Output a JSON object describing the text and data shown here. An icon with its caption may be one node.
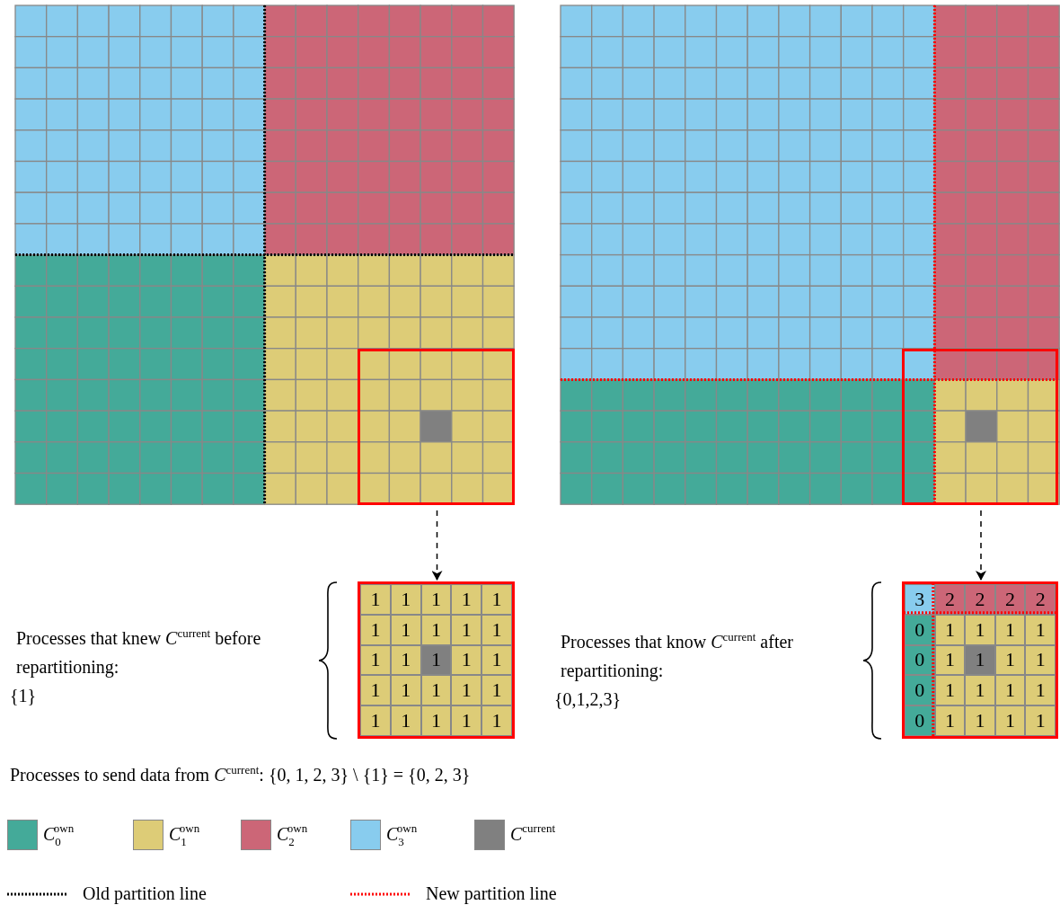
{
  "diagram": {
    "nodes": [
      {
        "text": [],
        "shape": "box"
      },
      {
        "text": [],
        "shape": "box"
      },
      {
        "text": [],
        "shape": "box"
      },
      {
        "text": [],
        "shape": "box"
      }
    ],
    "edges": [
      {
        "from": 0,
        "to": 1,
        "arrow": "to",
        "style": "dashed"
      },
      {
        "from": 2,
        "to": 3,
        "arrow": "to",
        "style": "dashed"
      }
    ],
    "labels": [
      "1",
      "1",
      "1",
      "1",
      "1",
      "1",
      "1",
      "1",
      "1",
      "1",
      "1",
      "1",
      "1",
      "1",
      "1",
      "1",
      "1",
      "1",
      "1",
      "1",
      "1",
      "1",
      "1",
      "1",
      "1",
      "Processes that knew *C*$^{current}$ before repartitioning:",
      "{1}",
      "3",
      "2",
      "2",
      "2",
      "2",
      "0",
      "1",
      "1",
      "1",
      "1",
      "0",
      "1",
      "1",
      "1",
      "1",
      "0",
      "1",
      "1",
      "1",
      "1",
      "0",
      "1",
      "1",
      "1",
      "1",
      "Processes that know *C*$^{current}$ after repartitioning:",
      "{0,1,2,3}",
      "Processes to send data from *C*$^{current}$: {0, 1, 2, 3} \\ {1} = {0, 2, 3}"
    ],
    "legend": [
      {
        "text": "*C*$_{0}$$^{own}$",
        "color": "#44aa99"
      },
      {
        "text": "*C*$_{1}$$^{own}$",
        "color": "#ddcc77"
      },
      {
        "text": "*C*$_{2}$$^{own}$",
        "color": "#cc6677"
      },
      {
        "text": "*C*$_{3}$$^{own}$",
        "color": "#88ccee"
      },
      {
        "text": "*C*$^{current}$",
        "color": "#808080"
      },
      {
        "text": "Old partition line"
      },
      {
        "text": "New partition line"
      }
    ]
  }
}
